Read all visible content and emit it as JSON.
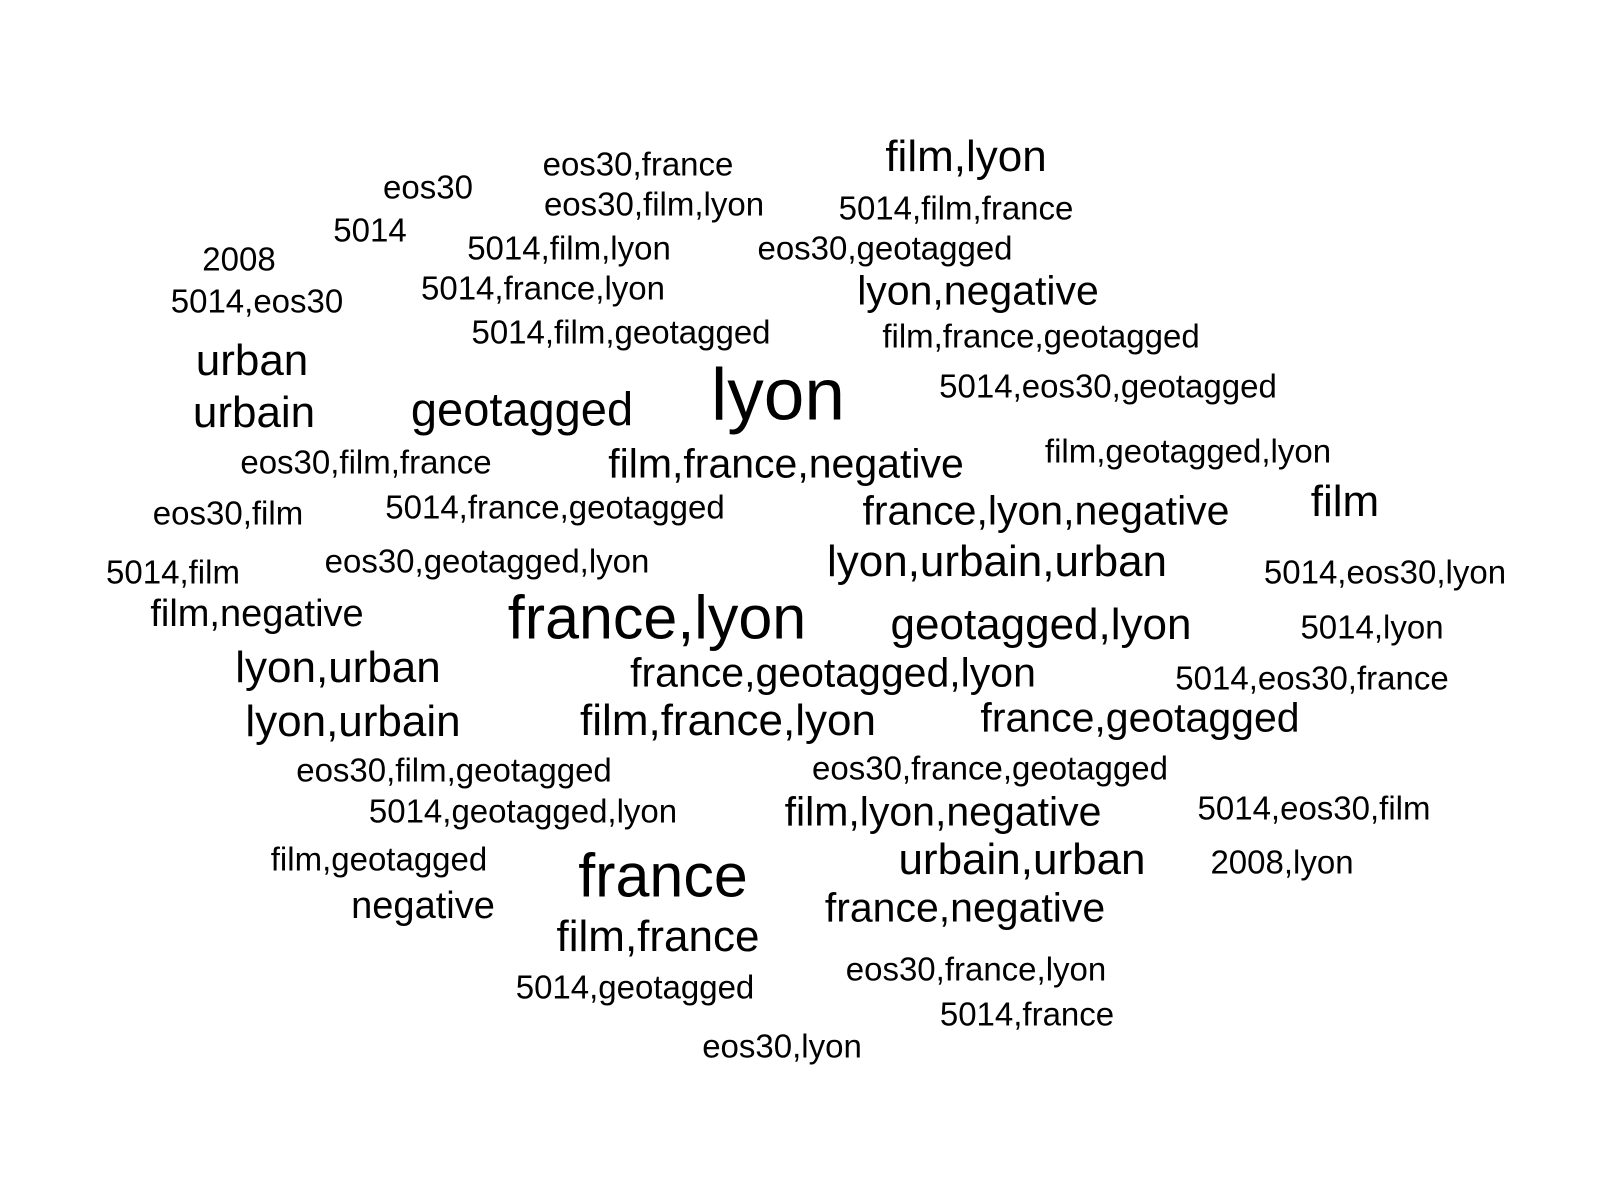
{
  "color": "#000000",
  "background": "#ffffff",
  "words": [
    {
      "text": "eos30,france",
      "weight": 1
    },
    {
      "text": "film,lyon",
      "weight": 2
    },
    {
      "text": "eos30",
      "weight": 1
    },
    {
      "text": "eos30,film,lyon",
      "weight": 1
    },
    {
      "text": "5014,film,france",
      "weight": 1
    },
    {
      "text": "5014",
      "weight": 1
    },
    {
      "text": "2008",
      "weight": 1
    },
    {
      "text": "5014,film,lyon",
      "weight": 1
    },
    {
      "text": "eos30,geotagged",
      "weight": 1
    },
    {
      "text": "5014,eos30",
      "weight": 1
    },
    {
      "text": "5014,france,lyon",
      "weight": 1
    },
    {
      "text": "lyon,negative",
      "weight": 2
    },
    {
      "text": "5014,film,geotagged",
      "weight": 1
    },
    {
      "text": "film,france,geotagged",
      "weight": 1
    },
    {
      "text": "urban",
      "weight": 2
    },
    {
      "text": "lyon",
      "weight": 6
    },
    {
      "text": "5014,eos30,geotagged",
      "weight": 1
    },
    {
      "text": "urbain",
      "weight": 2
    },
    {
      "text": "geotagged",
      "weight": 3
    },
    {
      "text": "film,geotagged,lyon",
      "weight": 1
    },
    {
      "text": "eos30,film,france",
      "weight": 1
    },
    {
      "text": "film,france,negative",
      "weight": 2
    },
    {
      "text": "film",
      "weight": 2
    },
    {
      "text": "eos30,film",
      "weight": 1
    },
    {
      "text": "5014,france,geotagged",
      "weight": 1
    },
    {
      "text": "france,lyon,negative",
      "weight": 2
    },
    {
      "text": "5014,film",
      "weight": 1
    },
    {
      "text": "eos30,geotagged,lyon",
      "weight": 1
    },
    {
      "text": "lyon,urbain,urban",
      "weight": 2
    },
    {
      "text": "5014,eos30,lyon",
      "weight": 1
    },
    {
      "text": "film,negative",
      "weight": 1
    },
    {
      "text": "france,lyon",
      "weight": 4
    },
    {
      "text": "geotagged,lyon",
      "weight": 2
    },
    {
      "text": "5014,lyon",
      "weight": 1
    },
    {
      "text": "lyon,urban",
      "weight": 2
    },
    {
      "text": "france,geotagged,lyon",
      "weight": 2
    },
    {
      "text": "5014,eos30,france",
      "weight": 1
    },
    {
      "text": "lyon,urbain",
      "weight": 2
    },
    {
      "text": "film,france,lyon",
      "weight": 2
    },
    {
      "text": "france,geotagged",
      "weight": 2
    },
    {
      "text": "eos30,film,geotagged",
      "weight": 1
    },
    {
      "text": "eos30,france,geotagged",
      "weight": 1
    },
    {
      "text": "5014,geotagged,lyon",
      "weight": 1
    },
    {
      "text": "film,lyon,negative",
      "weight": 2
    },
    {
      "text": "5014,eos30,film",
      "weight": 1
    },
    {
      "text": "film,geotagged",
      "weight": 1
    },
    {
      "text": "france",
      "weight": 4
    },
    {
      "text": "urbain,urban",
      "weight": 2
    },
    {
      "text": "2008,lyon",
      "weight": 1
    },
    {
      "text": "negative",
      "weight": 2
    },
    {
      "text": "france,negative",
      "weight": 2
    },
    {
      "text": "film,france",
      "weight": 2
    },
    {
      "text": "eos30,france,lyon",
      "weight": 1
    },
    {
      "text": "5014,geotagged",
      "weight": 1
    },
    {
      "text": "5014,france",
      "weight": 1
    },
    {
      "text": "eos30,lyon",
      "weight": 1
    }
  ]
}
